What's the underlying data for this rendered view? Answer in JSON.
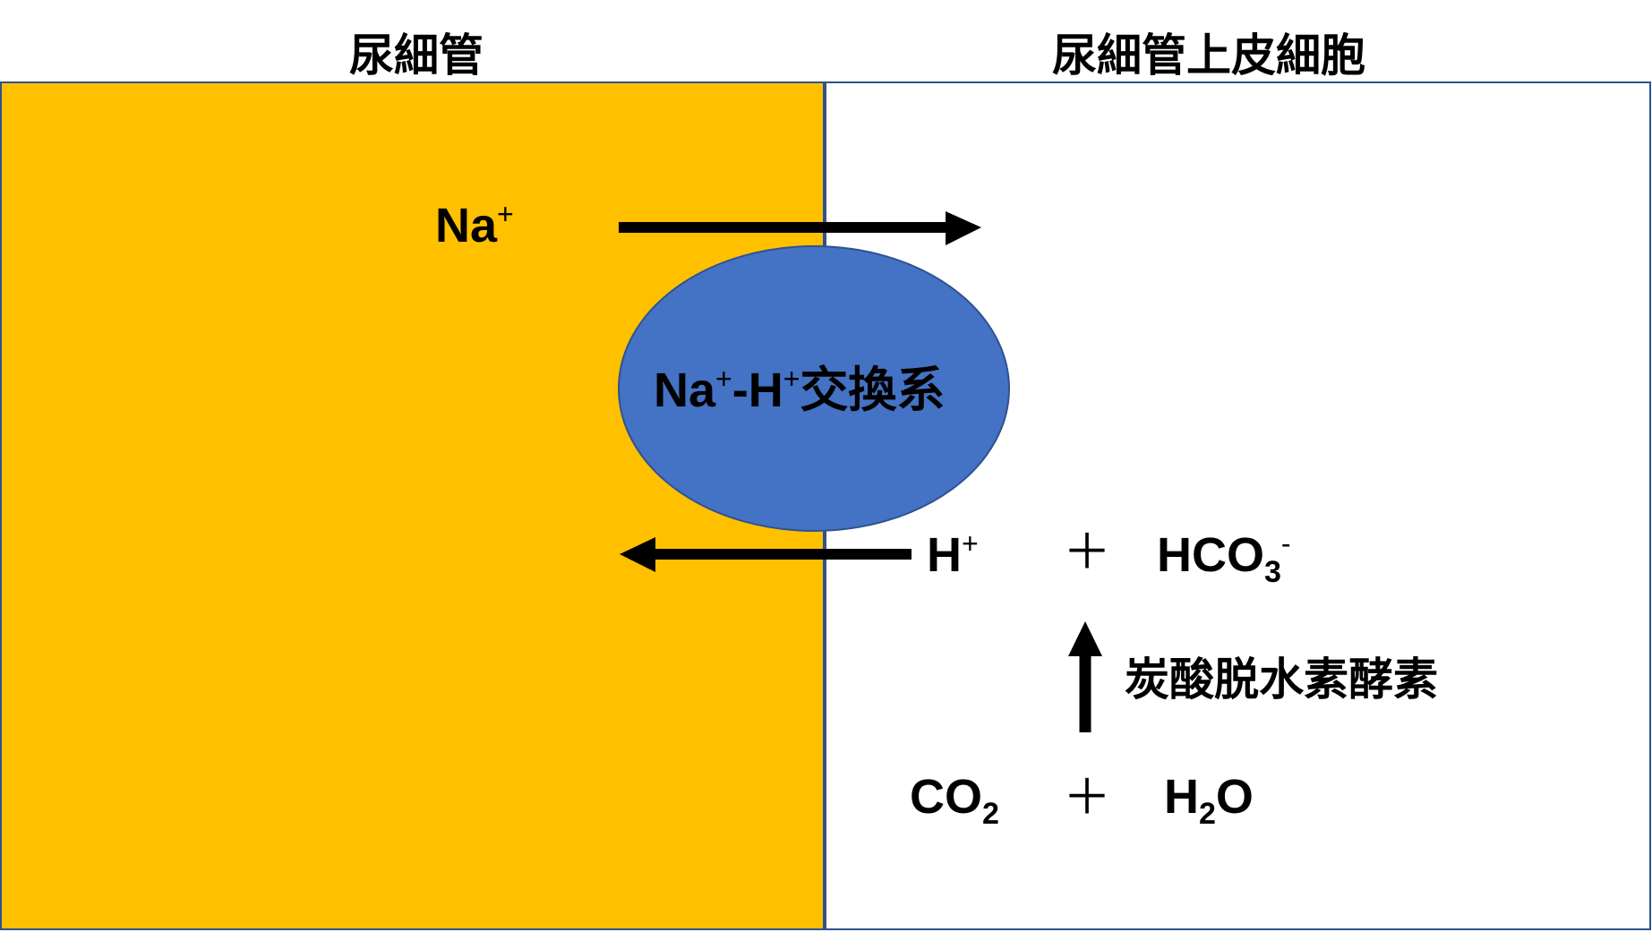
{
  "headers": {
    "lumen": "尿細管",
    "cell": "尿細管上皮細胞"
  },
  "transporter": {
    "label_na": "Na",
    "sup1": "+",
    "dash": "-H",
    "sup2": "+",
    "suffix": "交換系"
  },
  "ions": {
    "na": "Na",
    "na_charge": "+",
    "h": "H",
    "h_charge": "+",
    "hco3": "HCO",
    "hco3_sub": "3",
    "hco3_charge": "-",
    "co2": "CO",
    "co2_sub": "2",
    "h2o_h": "H",
    "h2o_sub": "2",
    "h2o_o": "O",
    "plus": "＋"
  },
  "enzyme": "炭酸脱水素酵素",
  "colors": {
    "lumen": "#ffc000",
    "transporter": "#4472c4",
    "border": "#2f528f"
  }
}
